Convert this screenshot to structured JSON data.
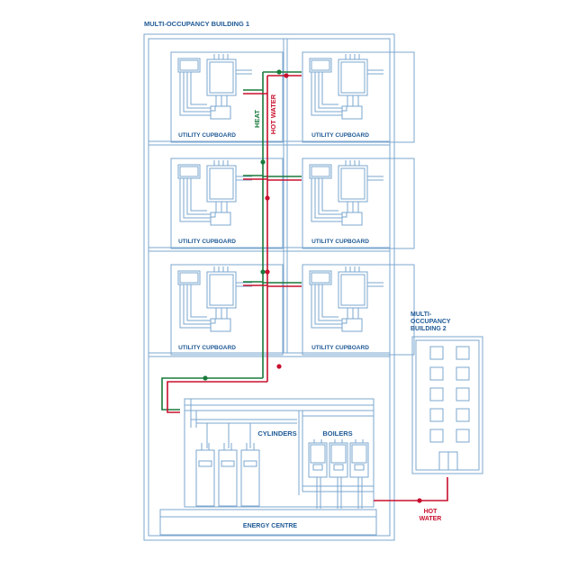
{
  "building1": {
    "title": "MULTI-OCCUPANCY BUILDING 1",
    "cupboard_label": "UTILITY CUPBOARD",
    "heat_label": "HEAT",
    "hot_water_label": "HOT WATER"
  },
  "energy_centre": {
    "label": "ENERGY CENTRE",
    "cylinders_label": "CYLINDERS",
    "boilers_label": "BOILERS"
  },
  "building2": {
    "title_line1": "MULTI-",
    "title_line2": "OCCUPANCY",
    "title_line3": "BUILDING 2",
    "hot_line1": "HOT",
    "hot_line2": "WATER"
  },
  "colors": {
    "outline": "#7ba7cf",
    "heat_pipe": "#1a7a3c",
    "hot_water_pipe": "#c8102e",
    "label": "#1f5a96"
  }
}
